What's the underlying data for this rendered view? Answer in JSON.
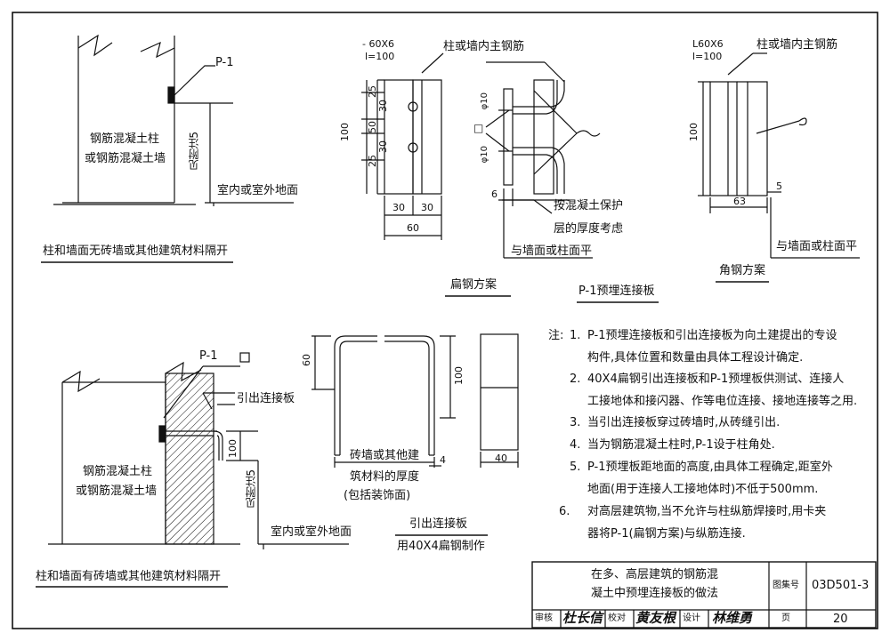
{
  "drawing": {
    "top_left": {
      "column_label": "钢筋混凝土柱",
      "wall_label": "或钢筋混凝土墙",
      "plate_tag": "P-1",
      "dim_note": "见附注5",
      "floor_label": "室内或室外地面",
      "caption": "柱和墙面无砖墙或其他建筑材料隔开"
    },
    "bottom_left": {
      "column_label": "钢筋混凝土柱",
      "wall_label": "或钢筋混凝土墙",
      "plate_tag": "P-1",
      "lead_plate_label": "引出连接板",
      "dim_100": "100",
      "dim_note": "见附注5",
      "floor_label": "室内或室外地面",
      "caption": "柱和墙面有砖墙或其他建筑材料隔开"
    },
    "flat_steel": {
      "spec": "- 60X6",
      "length": "l=100",
      "main_bar": "柱或墙内主钢筋",
      "dim_25a": "25",
      "dim_50": "50",
      "dim_25b": "25",
      "dim_30a": "30",
      "dim_30b": "30",
      "dim_100": "100",
      "dim_bottom_30a": "30",
      "dim_bottom_30b": "30",
      "dim_bottom_60": "60",
      "dia_a": "φ10",
      "dia_b": "φ10",
      "box_mark": "□",
      "dim_6": "6",
      "cover_note_1": "按混凝土保护",
      "cover_note_2": "层的厚度考虑",
      "flush_note": "与墙面或柱面平",
      "caption": "扁钢方案"
    },
    "angle_steel": {
      "spec": "L60X6",
      "length": "l=100",
      "main_bar": "柱或墙内主钢筋",
      "dim_100": "100",
      "dim_5": "5",
      "dim_63": "63",
      "flush_note": "与墙面或柱面平",
      "caption": "角钢方案"
    },
    "p1_title": "P-1预埋连接板",
    "lead_plate": {
      "dim_60": "60",
      "dim_100": "100",
      "dim_4": "4",
      "dim_40": "40",
      "thick_1": "砖墙或其他建",
      "thick_2": "筑材料的厚度",
      "thick_3": "(包括装饰面)",
      "title": "引出连接板",
      "subtitle": "用40X4扁钢制作"
    },
    "notes": {
      "label": "注:",
      "items": [
        {
          "num": "1.",
          "lines": [
            "P-1预埋连接板和引出连接板为向土建提出的专设",
            "构件,具体位置和数量由具体工程设计确定."
          ]
        },
        {
          "num": "2.",
          "lines": [
            "40X4扁钢引出连接板和P-1预埋板供测试、连接人",
            "工接地体和接闪器、作等电位连接、接地连接等之用."
          ]
        },
        {
          "num": "3.",
          "lines": [
            "当引出连接板穿过砖墙时,从砖缝引出."
          ]
        },
        {
          "num": "4.",
          "lines": [
            "当为钢筋混凝土柱时,P-1设于柱角处."
          ]
        },
        {
          "num": "5.",
          "lines": [
            "P-1预埋板距地面的高度,由具体工程确定,距室外",
            "地面(用于连接人工接地体时)不低于500mm."
          ]
        },
        {
          "num": "6.",
          "lines": [
            "对高层建筑物,当不允许与柱纵筋焊接时,用卡夹",
            "器将P-1(扁钢方案)与纵筋连接."
          ]
        }
      ]
    },
    "title_block": {
      "title_line1": "在多、高层建筑的钢筋混",
      "title_line2": "凝土中预埋连接板的做法",
      "atlas_label": "图集号",
      "atlas_no": "03D501-3",
      "review_label": "审核",
      "reviewer": "杜长信",
      "check_label": "校对",
      "checker": "黄友根",
      "design_label": "设计",
      "designer": "林维勇",
      "page_label": "页",
      "page_no": "20"
    }
  }
}
